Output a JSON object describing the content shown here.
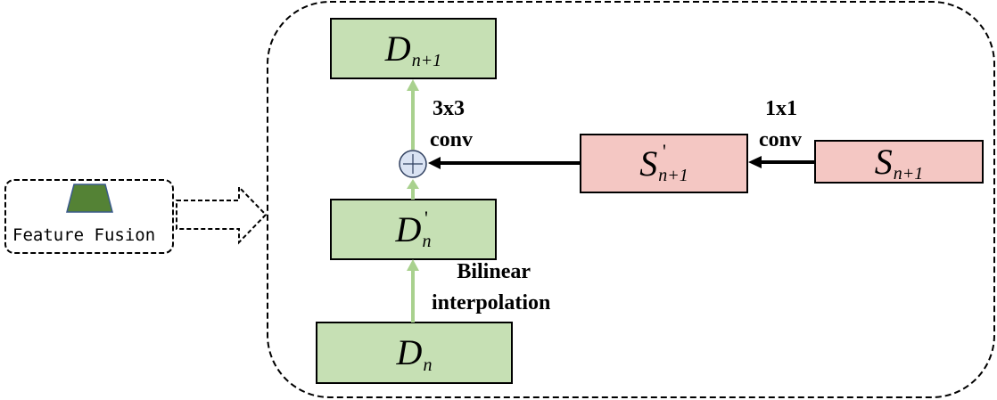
{
  "legend": {
    "label": "Feature Fusion"
  },
  "nodes": {
    "d_next": {
      "symbol": "D",
      "subscript": "n+1",
      "superscript": ""
    },
    "d_prime": {
      "symbol": "D",
      "subscript": "n",
      "superscript": "'"
    },
    "d_n": {
      "symbol": "D",
      "subscript": "n",
      "superscript": ""
    },
    "s_prime": {
      "symbol": "S",
      "subscript": "n+1",
      "superscript": "'"
    },
    "s_next": {
      "symbol": "S",
      "subscript": "n+1",
      "superscript": ""
    }
  },
  "annotations": {
    "conv3": {
      "line1": "3x3",
      "line2": "conv"
    },
    "conv1": {
      "line1": "1x1",
      "line2": "conv"
    },
    "bilinear": {
      "line1": "Bilinear",
      "line2": "interpolation"
    }
  },
  "colors": {
    "green_fill": "#c6e0b4",
    "pink_fill": "#f4c7c3",
    "green_arrow": "#a9d18e",
    "trapezoid": "#548235",
    "plus_fill": "#dae3f3"
  }
}
